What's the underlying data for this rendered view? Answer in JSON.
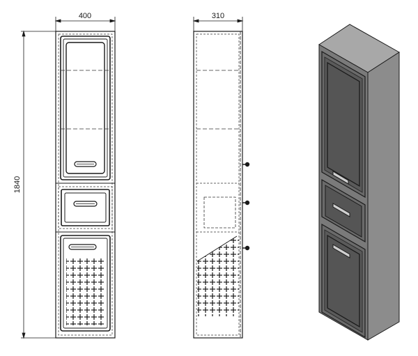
{
  "dimensions": {
    "front_width": "400",
    "side_depth": "310",
    "height": "1840"
  },
  "colors": {
    "line": "#1a1a1a",
    "dash": "#333333",
    "cabinet_body": "#7a7a7a",
    "cabinet_top": "#a8a8a8",
    "cabinet_side": "#8c8c8c",
    "door_panel": "#555555",
    "background": "#ffffff"
  },
  "views": [
    {
      "id": "front-view",
      "sections": [
        "door-top",
        "drawer",
        "basket-door"
      ]
    },
    {
      "id": "side-view",
      "sections": [
        "shelves",
        "drawer",
        "basket"
      ]
    },
    {
      "id": "isometric-view",
      "sections": [
        "door-top",
        "drawer",
        "door-bottom"
      ]
    }
  ]
}
